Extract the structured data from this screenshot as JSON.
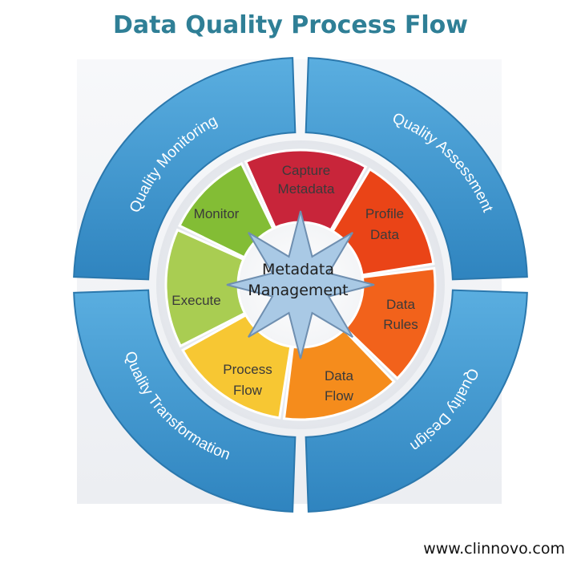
{
  "title": "Data Quality Process Flow",
  "outer_ring": [
    {
      "label": "Quality Monitoring"
    },
    {
      "label": "Quality Assessment"
    },
    {
      "label": "Quality Design"
    },
    {
      "label": "Quality Transformation"
    }
  ],
  "cycle": [
    {
      "line1": "Capture",
      "line2": "Metadata"
    },
    {
      "line1": "Profile",
      "line2": "Data"
    },
    {
      "line1": "Data",
      "line2": "Rules"
    },
    {
      "line1": "Data",
      "line2": "Flow"
    },
    {
      "line1": "Process",
      "line2": "Flow"
    },
    {
      "line1": "Execute",
      "line2": ""
    },
    {
      "line1": "Monitor",
      "line2": ""
    }
  ],
  "center": {
    "line1": "Metadata",
    "line2": "Management"
  },
  "footer": "www.clinnovo.com",
  "colors": {
    "title": "#2f7f96",
    "ring": "#3a93cb",
    "capture_metadata": "#c8253a",
    "profile_data": "#ea4417",
    "data_rules": "#f2621b",
    "data_flow": "#f58c1c",
    "process_flow": "#f7c733",
    "execute": "#a9cd52",
    "monitor": "#83bd35",
    "star": "#a9c9e5"
  }
}
